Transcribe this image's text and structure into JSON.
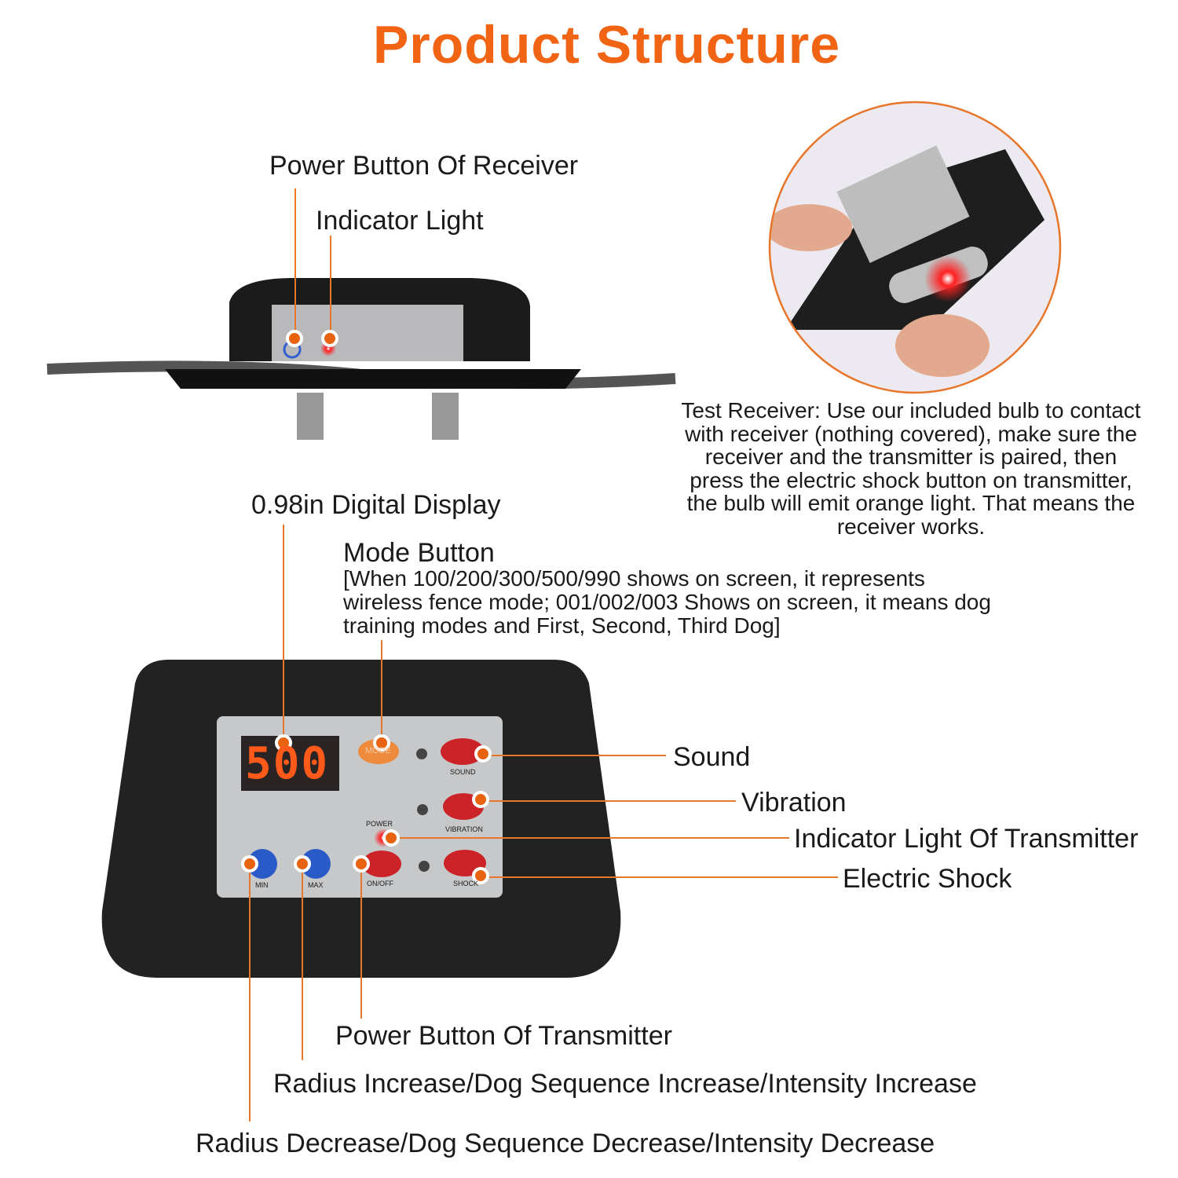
{
  "title": "Product Structure",
  "accent_color": "#f06414",
  "receiver": {
    "power_button_label": "Power Button Of Receiver",
    "indicator_light_label": "Indicator Light"
  },
  "test_receiver": {
    "text": "Test Receiver: Use our included bulb to contact with receiver (nothing covered), make sure the receiver and the transmitter is paired, then press the electric shock button on transmitter, the bulb will emit orange light. That means the receiver works."
  },
  "transmitter": {
    "display_label": "0.98in Digital Display",
    "display_value": "500",
    "mode_label": "Mode Button",
    "mode_description": "[When 100/200/300/500/990 shows on screen, it represents wireless fence mode; 001/002/003 Shows on screen, it means dog training modes and First, Second, Third Dog]",
    "sound_label": "Sound",
    "vibration_label": "Vibration",
    "indicator_label": "Indicator Light Of Transmitter",
    "shock_label": "Electric Shock",
    "power_label": "Power Button Of Transmitter",
    "increase_label": "Radius Increase/Dog Sequence Increase/Intensity Increase",
    "decrease_label": "Radius Decrease/Dog Sequence Decrease/Intensity Decrease",
    "buttons": {
      "mode": "MODE",
      "sound": "SOUND",
      "vibration": "VIBRATION",
      "power": "POWER",
      "onoff": "ON/OFF",
      "shock": "SHOCK",
      "min": "MIN",
      "max": "MAX"
    }
  }
}
